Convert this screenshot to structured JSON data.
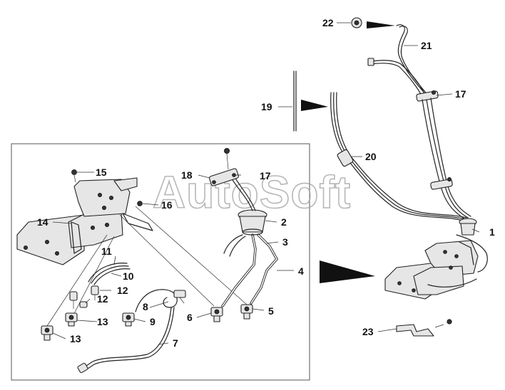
{
  "watermark": "AutoSoft",
  "labels": {
    "p1": "1",
    "p2": "2",
    "p3": "3",
    "p4": "4",
    "p5": "5",
    "p6": "6",
    "p7": "7",
    "p8": "8",
    "p9": "9",
    "p10": "10",
    "p11": "11",
    "p12a": "12",
    "p12b": "12",
    "p13a": "13",
    "p13b": "13",
    "p14": "14",
    "p15": "15",
    "p16": "16",
    "p17a": "17",
    "p17b": "17",
    "p18": "18",
    "p19": "19",
    "p20": "20",
    "p21": "21",
    "p22": "22",
    "p23": "23"
  }
}
